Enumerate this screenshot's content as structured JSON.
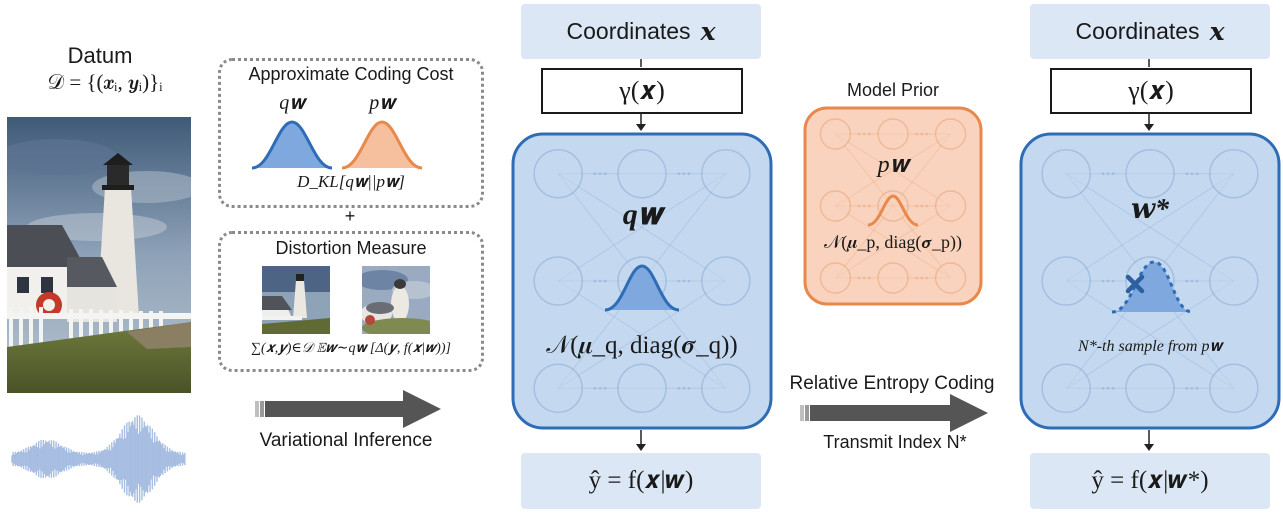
{
  "datum": {
    "title": "Datum",
    "formula": "𝒟 = {(𝒙ᵢ, 𝒚ᵢ)}ᵢ"
  },
  "coding_cost": {
    "title": "Approximate Coding Cost",
    "q_label": "q𝐰",
    "p_label": "p𝐰",
    "kl": "D_KL[q𝐰||p𝐰]"
  },
  "plus": "+",
  "distortion": {
    "title": "Distortion Measure",
    "formula": "∑(𝒙,𝒚)∈𝒟 𝔼𝒘∼q𝐰 [Δ(𝒚, f(𝒙|𝒘))]"
  },
  "arrows": {
    "variational_inference": "Variational Inference",
    "relative_entropy_coding": "Relative Entropy Coding",
    "transmit_index": "Transmit Index N*"
  },
  "left_network": {
    "coordinates": "Coordinates",
    "coord_var": "𝒙",
    "gamma": "γ(𝒙)",
    "weights_label": "q𝐰",
    "gaussian": "𝒩(𝝁_q, diag(𝝈_q))",
    "output": "ŷ = f(𝒙|𝒘)"
  },
  "model_prior": {
    "title": "Model Prior",
    "weights_label": "p𝐰",
    "gaussian": "𝒩(𝝁_p, diag(𝝈_p))"
  },
  "right_network": {
    "coordinates": "Coordinates",
    "coord_var": "𝒙",
    "gamma": "γ(𝒙)",
    "weights_label": "𝒘*",
    "sample_text": "N*-th sample from p𝐰",
    "output": "ŷ = f(𝒙|𝒘*)"
  },
  "colors": {
    "blue_fill": "#c4d9f0",
    "blue_stroke": "#2e6db5",
    "orange_fill": "#f9d3bd",
    "orange_stroke": "#e8884a",
    "light_blue_box": "#dbe7f4",
    "arrow_gray": "#555555"
  }
}
